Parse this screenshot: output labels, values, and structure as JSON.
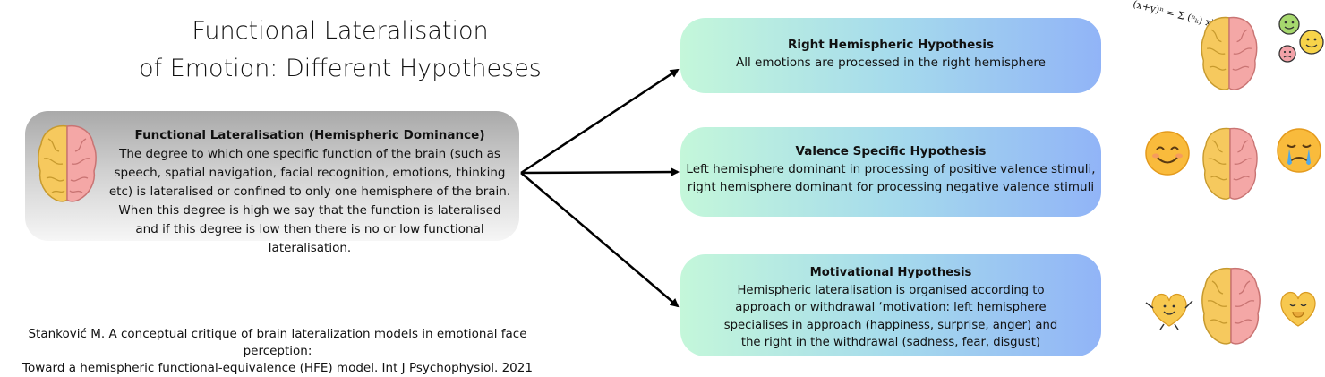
{
  "title": {
    "line1": "Functional Lateralisation",
    "line2": "of Emotion: Different Hypotheses"
  },
  "definition": {
    "heading_a": "Functional Lateralisation (",
    "heading_b": "Hemispheric Dominance",
    "heading_c": ")",
    "text": "The degree to which one specific function of the brain (such as speech, spatial navigation, facial recognition, emotions, thinking etc) is lateralised or confined to only one hemisphere of the brain. When this degree is high we say that the function is lateralised and if this degree is low then there is no or low functional lateralisation."
  },
  "hypotheses": [
    {
      "name": "Right Hemispheric Hypothesis",
      "description": "All emotions are processed in the right hemisphere"
    },
    {
      "name": "Valence Specific Hypothesis",
      "description_line1": "Left hemisphere dominant in processing of positive valence stimuli,",
      "description_line2": "right hemisphere dominant for processing negative valence stimuli"
    },
    {
      "name": "Motivational Hypothesis",
      "description": "Hemispheric lateralisation is organised according to approach or withdrawal ‘motivation: left hemisphere specialises in approach (happiness, surprise, anger) and the right in the withdrawal (sadness, fear, disgust)"
    }
  ],
  "citation": {
    "line1": "Stanković M. A conceptual critique of brain lateralization models in emotional face perception:",
    "line2": "Toward a hemispheric functional-equivalence (HFE) model. Int J Psychophysiol. 2021"
  },
  "decoration": {
    "math_text": "(x+y)ⁿ = Σ (ⁿₖ) xᵏ yⁿ⁻ᵏ"
  },
  "colors": {
    "left_hemisphere": "#f6c95e",
    "right_hemisphere": "#f4a7a6",
    "box_gradient_start": "#c4f7da",
    "box_gradient_end": "#91b4f7",
    "arrow": "#000000"
  }
}
